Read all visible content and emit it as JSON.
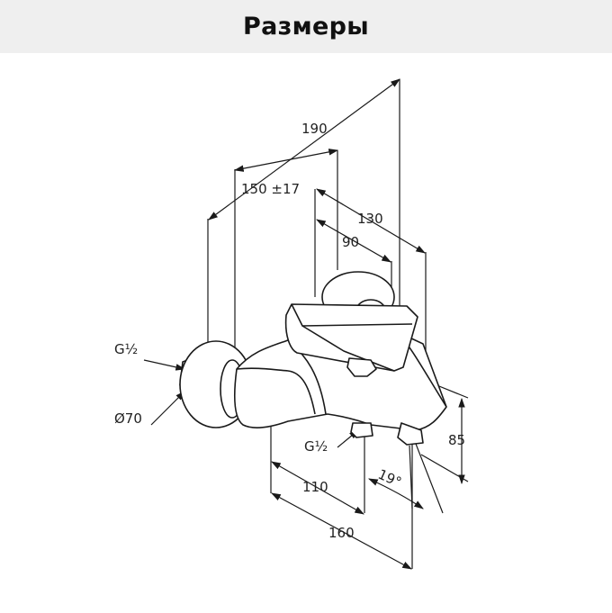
{
  "header": {
    "title": "Размеры"
  },
  "dimensions": {
    "d190": "190",
    "d150": "150 ±17",
    "d130": "130",
    "d90": "90",
    "d85": "85",
    "d110": "110",
    "d160": "160",
    "angle": "19°"
  },
  "callouts": {
    "thread_top": "G½",
    "diameter": "Ø70",
    "thread_bottom": "G½"
  },
  "colors": {
    "line": "#1a1a1a",
    "header_bg": "#efefef"
  }
}
